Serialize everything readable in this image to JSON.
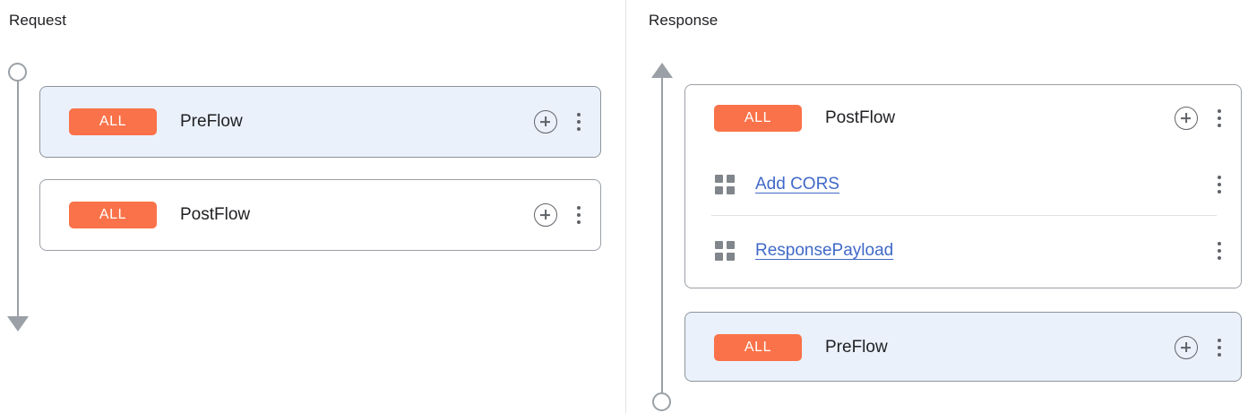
{
  "panels": [
    {
      "id": "request",
      "title": "Request",
      "connector": {
        "start_shape": "circle",
        "end_shape": "arrow",
        "direction": "down",
        "color": "#9aa0a6"
      },
      "cards": [
        {
          "id": "request-preflow",
          "selected": true,
          "badge": "ALL",
          "name": "PreFlow",
          "add_icon": "plus-circle-icon",
          "menu_icon": "kebab-menu-icon",
          "policies": []
        },
        {
          "id": "request-postflow",
          "selected": false,
          "badge": "ALL",
          "name": "PostFlow",
          "add_icon": "plus-circle-icon",
          "menu_icon": "kebab-menu-icon",
          "policies": []
        }
      ]
    },
    {
      "id": "response",
      "title": "Response",
      "connector": {
        "start_shape": "arrow",
        "end_shape": "circle",
        "direction": "up",
        "color": "#9aa0a6"
      },
      "cards": [
        {
          "id": "response-postflow",
          "selected": false,
          "badge": "ALL",
          "name": "PostFlow",
          "add_icon": "plus-circle-icon",
          "menu_icon": "kebab-menu-icon",
          "policies": [
            {
              "id": "add-cors",
              "icon": "policy-grid-icon",
              "label": "Add CORS",
              "menu_icon": "kebab-menu-icon"
            },
            {
              "id": "response-payload",
              "icon": "policy-grid-icon",
              "label": "ResponsePayload",
              "menu_icon": "kebab-menu-icon"
            }
          ]
        },
        {
          "id": "response-preflow",
          "selected": true,
          "badge": "ALL",
          "name": "PreFlow",
          "add_icon": "plus-circle-icon",
          "menu_icon": "kebab-menu-icon",
          "policies": []
        }
      ]
    }
  ],
  "colors": {
    "badge_background": "#fa7249",
    "badge_text": "#ffffff",
    "selected_card_background": "#eaf1fb",
    "card_border": "#9aa0a6",
    "link_text": "#4069c8",
    "connector": "#9aa0a6",
    "divider": "#e4e4e4",
    "policy_separator": "#e0e0e0",
    "icon_gray": "#5f6368",
    "grid_icon_gray": "#80868b",
    "title_text": "#202124"
  }
}
